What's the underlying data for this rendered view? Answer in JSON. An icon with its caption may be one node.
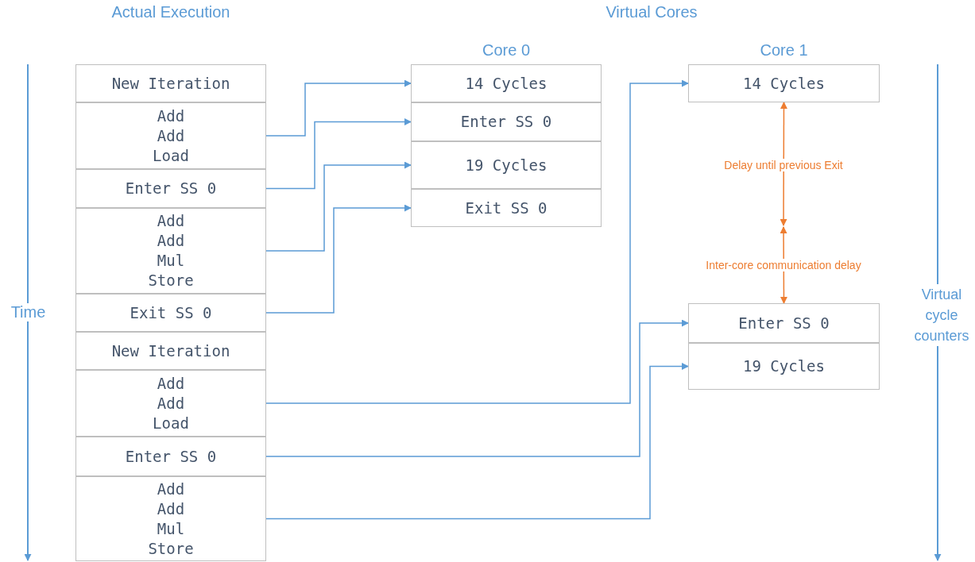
{
  "diagram": {
    "nodes": [
      {
        "text": [
          "New Iteration"
        ]
      },
      {
        "text": [
          "Add Add Load"
        ]
      },
      {
        "text": [
          "Enter SS 0"
        ]
      },
      {
        "text": [
          "Add Add Mul Store"
        ]
      },
      {
        "text": [
          "Exit SS 0"
        ]
      },
      {
        "text": [
          "New Iteration"
        ]
      },
      {
        "text": [
          "Add Add Load"
        ]
      },
      {
        "text": [
          "Enter SS 0"
        ]
      },
      {
        "text": [
          "Add Add Mul Store"
        ]
      },
      {
        "text": [
          "14 Cycles"
        ]
      },
      {
        "text": [
          "Enter SS 0"
        ]
      },
      {
        "text": [
          "19 Cycles"
        ]
      },
      {
        "text": [
          "Exit SS 0"
        ]
      },
      {
        "text": [
          "14 Cycles"
        ]
      },
      {
        "text": [
          "Enter SS 0"
        ]
      },
      {
        "text": [
          "19 Cycles"
        ]
      }
    ],
    "edges": [
      {
        "from": 1,
        "to": 9,
        "arrow": "to"
      },
      {
        "from": 2,
        "to": 10,
        "arrow": "to"
      },
      {
        "from": 3,
        "to": 11,
        "arrow": "to"
      },
      {
        "from": 4,
        "to": 12,
        "arrow": "to"
      },
      {
        "from": 6,
        "to": 13,
        "arrow": "to"
      },
      {
        "from": 7,
        "to": 14,
        "arrow": "to"
      },
      {
        "from": 8,
        "to": 15,
        "arrow": "to"
      },
      {
        "from": 13,
        "to": null,
        "arrow": "both",
        "label": "Delay until previous Exit",
        "color": "#ed7d31"
      },
      {
        "from": null,
        "to": 14,
        "arrow": "both",
        "label": "Inter-core communication delay",
        "color": "#ed7d31"
      }
    ],
    "labels": [
      "Actual Execution",
      "Virtual Cores",
      "Core 0",
      "Core 1",
      "Time",
      "Virtual cycle counters"
    ]
  }
}
